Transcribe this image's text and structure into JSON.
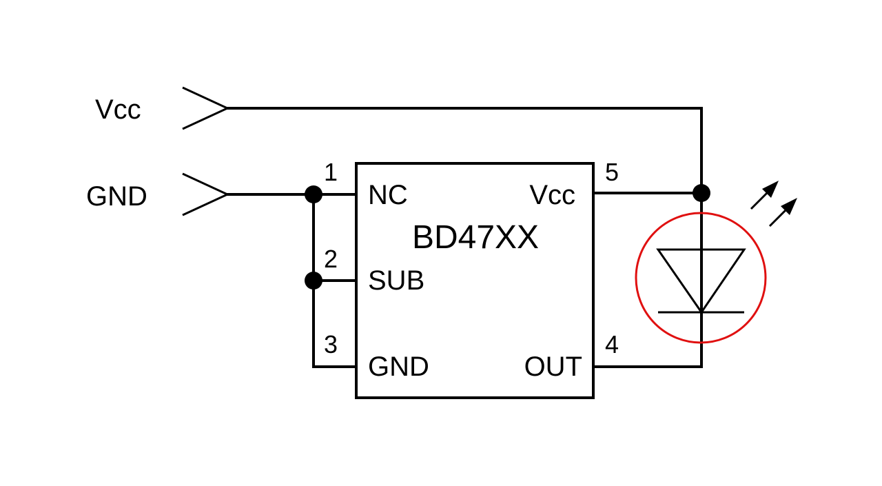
{
  "inputs": {
    "vcc_label": "Vcc",
    "gnd_label": "GND"
  },
  "chip": {
    "part_name": "BD47XX",
    "pins": {
      "p1": {
        "number": "1",
        "name": "NC"
      },
      "p2": {
        "number": "2",
        "name": "SUB"
      },
      "p3": {
        "number": "3",
        "name": "GND"
      },
      "p4": {
        "number": "4",
        "name": "OUT"
      },
      "p5": {
        "number": "5",
        "name": "Vcc"
      }
    }
  },
  "colors": {
    "wire": "#000000",
    "highlight": "#e01010",
    "background": "#ffffff"
  },
  "icons": {
    "input_terminal": "arrow-terminal-icon",
    "led": "led-diode-icon",
    "junction": "junction-dot-icon"
  }
}
